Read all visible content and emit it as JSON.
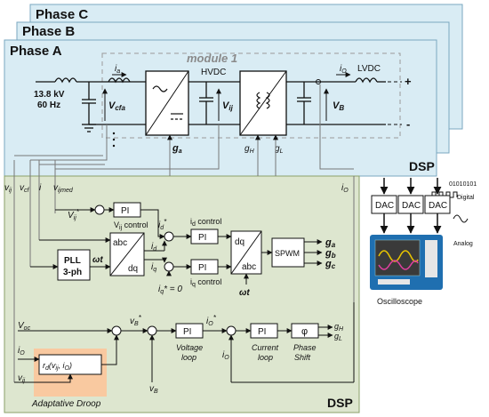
{
  "phases": {
    "c": "Phase C",
    "b": "Phase B",
    "a": "Phase A"
  },
  "module_label": "module 1",
  "grid": {
    "voltage": "13.8 kV",
    "frequency": "60 Hz"
  },
  "power_labels": {
    "ia": "i",
    "ia_sub": "a",
    "vcfa": "V",
    "vcfa_sub": "cfa",
    "hvdc": "HVDC",
    "vij": "V",
    "vij_sub": "ij",
    "io": "i",
    "io_sub": "O",
    "lvdc": "LVDC",
    "vb": "V",
    "vb_sub": "B",
    "ga": "g",
    "ga_sub": "a",
    "gh": "g",
    "gh_sub": "H",
    "gl": "g",
    "gl_sub": "L",
    "plus": "+",
    "minus": "-"
  },
  "dsp_label": "DSP",
  "feedback_labels": {
    "vij": "v",
    "vij_sub": "ij",
    "vcf": "v",
    "vcf_sub": "cf",
    "i": "i",
    "vijmed": "v",
    "vijmed_sub": "ijmed",
    "io": "i",
    "io_sub": "O"
  },
  "control": {
    "vij_ref": "V",
    "vij_ref_sub": "ij",
    "vij_ref_sup": "*",
    "pi": "PI",
    "vij_control": "V",
    "vij_control_sub": "ij",
    "vij_control_rest": " control",
    "id_ref": "i",
    "id_ref_sub": "d",
    "id_ref_sup": "*",
    "id_control": "i",
    "id_control_sub": "d",
    "id_control_rest": " control",
    "iq_control": "i",
    "iq_control_sub": "q",
    "iq_control_rest": " control",
    "pll": "PLL",
    "pll2": "3-ph",
    "wt": "ωt",
    "abc_dq_top": "abc",
    "abc_dq_bot": "dq",
    "dq_abc_top": "dq",
    "dq_abc_bot": "abc",
    "id": "i",
    "id_sub": "d",
    "iq": "i",
    "iq_sub": "q",
    "iq_ref": "i",
    "iq_ref_sub": "q",
    "iq_ref_rest": "* = 0",
    "spwm": "SPWM",
    "outputs": [
      {
        "g": "g",
        "sub": "a"
      },
      {
        "g": "g",
        "sub": "b"
      },
      {
        "g": "g",
        "sub": "c"
      }
    ],
    "voc": "V",
    "voc_sub": "oc",
    "vb_ref": "v",
    "vb_ref_sub": "B",
    "vb_ref_sup": "*",
    "io_ref": "i",
    "io_ref_sub": "O",
    "io_ref_sup": "*",
    "voltage_loop": [
      "Voltage",
      "loop"
    ],
    "current_loop": [
      "Current",
      "loop"
    ],
    "phase_shift": [
      "Phase",
      "Shift"
    ],
    "phi": "φ",
    "gh": "g",
    "gh_sub": "H",
    "gl": "g",
    "gl_sub": "L",
    "io_in": "i",
    "io_in_sub": "O",
    "vij_in": "v",
    "vij_in_sub": "ij",
    "vb_in": "v",
    "vb_in_sub": "B",
    "io_fb": "i",
    "io_fb_sub": "O",
    "droop_fn": "r",
    "droop_fn_sub": "d",
    "droop_fn_args": "(v",
    "droop_fn_args_sub1": "ij",
    "droop_fn_args_mid": ", i",
    "droop_fn_args_sub2": "O",
    "droop_fn_args_end": ")",
    "droop_title": "Adaptative Droop"
  },
  "dac": {
    "label": "DAC",
    "digital": "01010101",
    "digital_label": "Digital",
    "analog_label": "Analog"
  },
  "oscilloscope": "Oscilloscope",
  "colors": {
    "phase_fill": "#d9ecf4",
    "dsp_fill": "#dde6cf",
    "droop_fill": "#f9c9a0",
    "wave_yellow": "#e8c400",
    "wave_pink": "#e040a0",
    "scope_blue": "#1f6fb0"
  }
}
